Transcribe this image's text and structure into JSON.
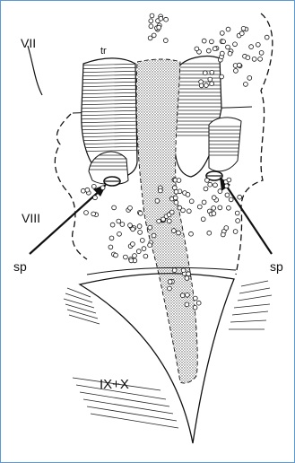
{
  "labels": {
    "segment_vii": "VII",
    "trachea": "tr",
    "segment_viii": "VIII",
    "spiracle_left": "sp",
    "spiracle_right": "sp",
    "segment_ix_x": "IX+X"
  },
  "colors": {
    "frame": "#5b9bd5",
    "ink": "#111111",
    "stipple": "#bdbdbd"
  }
}
